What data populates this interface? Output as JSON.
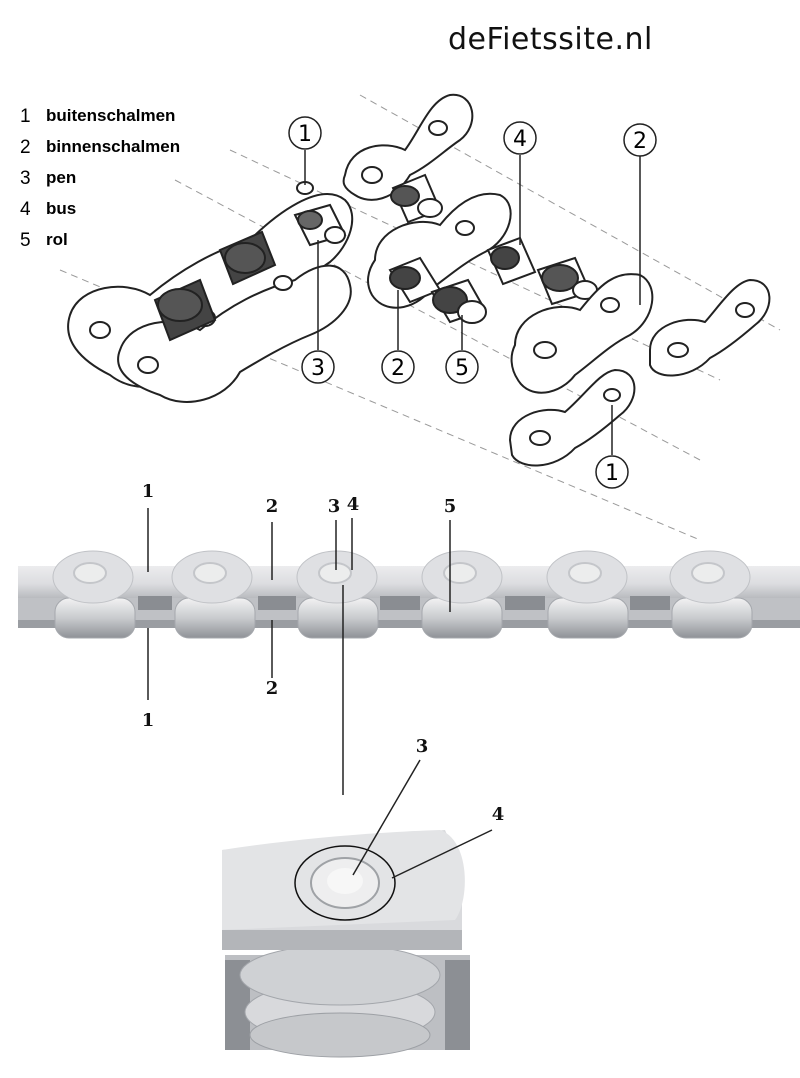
{
  "site": {
    "name": "deFietssite.nl"
  },
  "legend": [
    {
      "num": "1",
      "label": "buitenschalmen"
    },
    {
      "num": "2",
      "label": "binnenschalmen"
    },
    {
      "num": "3",
      "label": "pen"
    },
    {
      "num": "4",
      "label": "bus"
    },
    {
      "num": "5",
      "label": "rol"
    }
  ],
  "exploded_callouts": [
    "1",
    "4",
    "2",
    "3",
    "2",
    "5",
    "1"
  ],
  "photo_callouts": [
    "1",
    "2",
    "3",
    "4",
    "5",
    "2",
    "1"
  ],
  "detail_callouts": [
    "3",
    "4"
  ],
  "colors": {
    "line": "#222222",
    "chain": "#d7d9dc",
    "chain_dark": "#9a9da2"
  }
}
